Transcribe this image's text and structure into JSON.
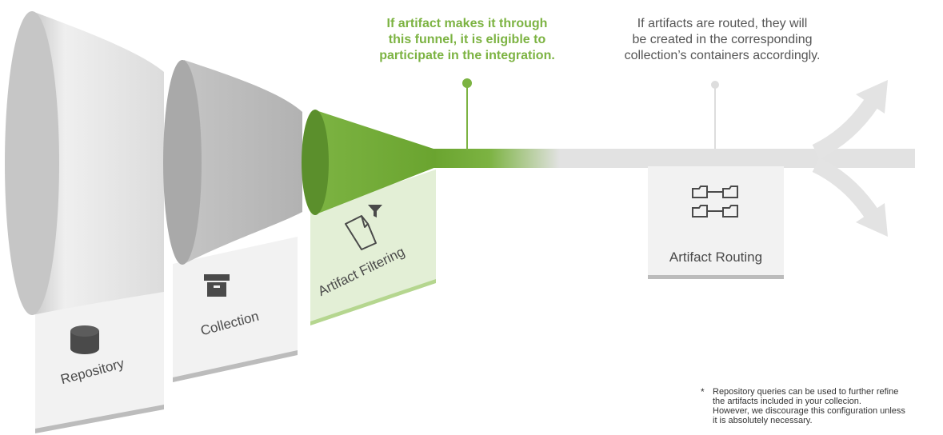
{
  "callouts": {
    "filter_line1": "If artifact makes it through",
    "filter_line2": "this funnel, it is eligible to",
    "filter_line3": "participate in the integration.",
    "routing_line1": "If artifacts are routed, they will",
    "routing_line2": "be created in the corresponding",
    "routing_line3": "collection’s containers accordingly."
  },
  "stages": {
    "repository": "Repository",
    "collection": "Collection",
    "filtering": "Artifact Filtering",
    "routing": "Artifact Routing"
  },
  "footnote": {
    "marker": "*",
    "line1": "Repository queries can be used to further refine",
    "line2": "the artifacts included in your collecion.",
    "line3": "However, we discourage this configuration unless",
    "line4": "it is absolutely necessary."
  },
  "colors": {
    "accent_green": "#7cb342",
    "text_gray": "#555555",
    "funnel_gray": "#bdbdbd",
    "card_bg": "#f2f2f2"
  }
}
